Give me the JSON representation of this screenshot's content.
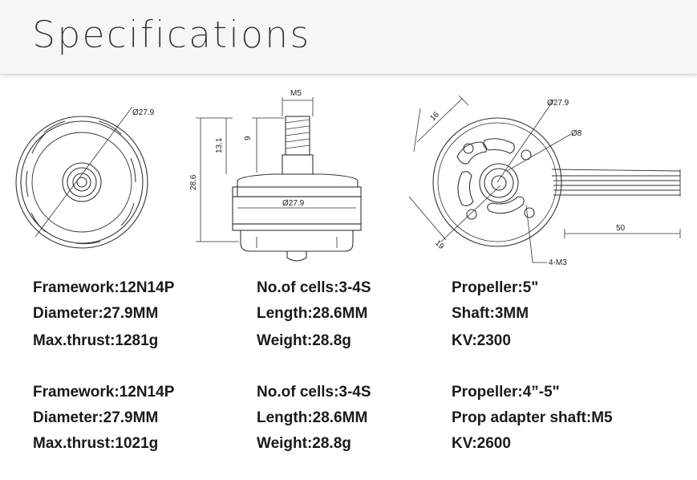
{
  "header": {
    "title": "Specifications"
  },
  "drawing": {
    "front_view": {
      "diameter_label": "Ø27.9"
    },
    "side_view": {
      "shaft_label": "M5",
      "dim_9": "9",
      "dim_13_1": "13.1",
      "dim_28_6": "28.6",
      "diameter_label": "Ø27.9"
    },
    "bottom_view": {
      "dim_16": "16",
      "dim_19": "19",
      "diameter_label": "Ø27.9",
      "center_label": "Ø8",
      "screw_label": "4-M3",
      "wire_length": "50"
    }
  },
  "spec_blocks": [
    {
      "col1": [
        "Framework:12N14P",
        "Diameter:27.9MM",
        "Max.thrust:1281g"
      ],
      "col2": [
        "No.of cells:3-4S",
        "Length:28.6MM",
        "Weight:28.8g"
      ],
      "col3": [
        "Propeller:5\"",
        "Shaft:3MM",
        "KV:2300"
      ]
    },
    {
      "col1": [
        "Framework:12N14P",
        "Diameter:27.9MM",
        "Max.thrust:1021g"
      ],
      "col2": [
        "No.of cells:3-4S",
        "Length:28.6MM",
        "Weight:28.8g"
      ],
      "col3": [
        "Propeller:4”-5\"",
        "Prop adapter shaft:M5",
        "KV:2600"
      ]
    }
  ]
}
